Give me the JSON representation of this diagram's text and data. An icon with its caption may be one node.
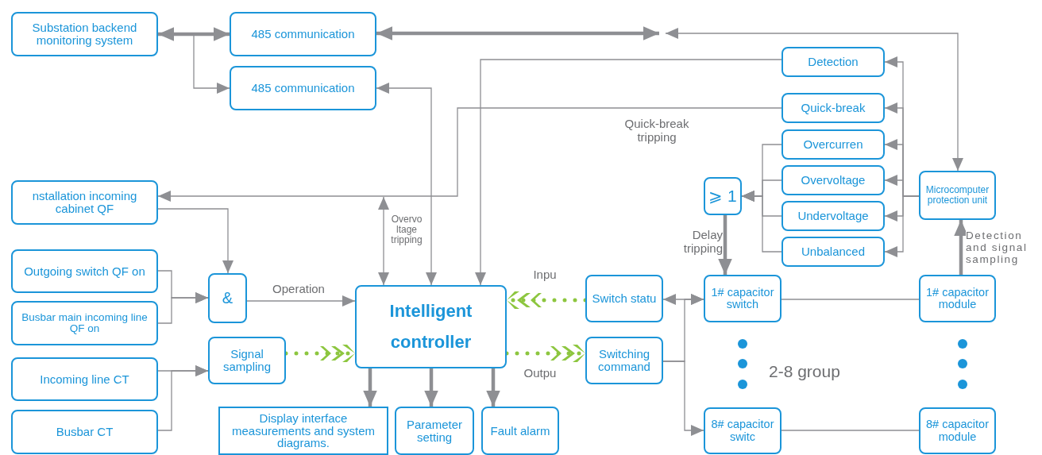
{
  "diagram": {
    "nodes": [
      {
        "text": [
          "Substation backend monitoring system"
        ]
      },
      {
        "text": [
          "485 communication"
        ]
      },
      {
        "text": [
          "485 communication"
        ]
      },
      {
        "text": [
          "Detection"
        ]
      },
      {
        "text": [
          "Quick-break"
        ]
      },
      {
        "text": [
          "Overcurren"
        ]
      },
      {
        "text": [
          "Overvoltage"
        ]
      },
      {
        "text": [
          "Undervoltage"
        ]
      },
      {
        "text": [
          "Unbalanced"
        ]
      },
      {
        "text": [
          "⩾ 1"
        ]
      },
      {
        "text": [
          "Microcomputer protection unit"
        ]
      },
      {
        "text": [
          "nstallation incoming cabinet QF"
        ]
      },
      {
        "text": [
          "Outgoing switch QF on"
        ]
      },
      {
        "text": [
          "Busbar main incoming line QF on"
        ]
      },
      {
        "text": [
          "Incoming line CT"
        ]
      },
      {
        "text": [
          "Busbar CT"
        ]
      },
      {
        "text": [
          "&"
        ]
      },
      {
        "text": [
          "Signal sampling"
        ]
      },
      {
        "text": [
          "Intelligent controller"
        ]
      },
      {
        "text": [
          "Switch statu"
        ]
      },
      {
        "text": [
          "Switching command"
        ]
      },
      {
        "text": [
          "1# capacitor switch"
        ]
      },
      {
        "text": [
          "1# capacitor module"
        ]
      },
      {
        "text": [
          "8# capacitor switc"
        ]
      },
      {
        "text": [
          "8# capacitor module"
        ]
      },
      {
        "text": [
          "Display interface measurements and system diagrams."
        ]
      },
      {
        "text": [
          "Parameter setting"
        ]
      },
      {
        "text": [
          "Fault alarm"
        ]
      }
    ],
    "edges": [
      {
        "from": 0,
        "to": 1,
        "arrow": "both",
        "style": "thick"
      },
      {
        "from": 0,
        "to": 2,
        "arrow": "to"
      },
      {
        "from": 1,
        "to": null,
        "arrow": "both",
        "style": "thick"
      },
      {
        "from": 10,
        "to": null,
        "arrow": "both"
      },
      {
        "from": 3,
        "to": 18,
        "arrow": "to"
      },
      {
        "from": 4,
        "to": 11,
        "arrow": "to",
        "label": "Quick-break tripping"
      },
      {
        "from": 18,
        "to": null,
        "arrow": "both",
        "label": "Overvo ltage tripping"
      },
      {
        "from": 2,
        "to": 18,
        "arrow": "both"
      },
      {
        "from": 11,
        "to": 16,
        "arrow": "to"
      },
      {
        "from": 12,
        "to": 16,
        "arrow": "to"
      },
      {
        "from": 13,
        "to": 16,
        "arrow": "to"
      },
      {
        "from": 14,
        "to": 17,
        "arrow": "to"
      },
      {
        "from": 15,
        "to": 17,
        "arrow": "to"
      },
      {
        "from": 16,
        "to": 18,
        "arrow": "to",
        "label": "Operation"
      },
      {
        "from": 17,
        "to": 18,
        "arrow": "to",
        "style": "dashed",
        "color": "#8dc63f"
      },
      {
        "from": 19,
        "to": 18,
        "arrow": "to",
        "style": "dashed",
        "color": "#8dc63f",
        "label": "Inpu"
      },
      {
        "from": 18,
        "to": 20,
        "arrow": "to",
        "style": "dashed",
        "color": "#8dc63f",
        "label": "Outpu"
      },
      {
        "from": 18,
        "to": 25,
        "arrow": "to",
        "style": "thick"
      },
      {
        "from": 18,
        "to": 26,
        "arrow": "to",
        "style": "thick"
      },
      {
        "from": 18,
        "to": 27,
        "arrow": "to",
        "style": "thick"
      },
      {
        "from": 19,
        "to": 21,
        "arrow": "both"
      },
      {
        "from": 20,
        "to": 21,
        "arrow": "to"
      },
      {
        "from": 20,
        "to": 23,
        "arrow": "to"
      },
      {
        "from": 21,
        "to": 22,
        "arrow": "none"
      },
      {
        "from": 23,
        "to": 24,
        "arrow": "none"
      },
      {
        "from": 22,
        "to": 10,
        "arrow": "to",
        "style": "thick",
        "label": "Detection and signal sampling"
      },
      {
        "from": 9,
        "to": 21,
        "arrow": "to",
        "style": "thick",
        "label": "Delay tripping"
      },
      {
        "from": 5,
        "to": 9,
        "arrow": "to"
      },
      {
        "from": 6,
        "to": 9,
        "arrow": "to"
      },
      {
        "from": 7,
        "to": 9,
        "arrow": "to"
      },
      {
        "from": 8,
        "to": 9,
        "arrow": "to"
      },
      {
        "from": 10,
        "to": 3,
        "arrow": "to"
      },
      {
        "from": 10,
        "to": 4,
        "arrow": "to"
      },
      {
        "from": 10,
        "to": 5,
        "arrow": "to"
      },
      {
        "from": 10,
        "to": 6,
        "arrow": "to"
      },
      {
        "from": 10,
        "to": 7,
        "arrow": "to"
      },
      {
        "from": 10,
        "to": 8,
        "arrow": "to"
      }
    ],
    "labels": [
      "2-8 group"
    ]
  }
}
